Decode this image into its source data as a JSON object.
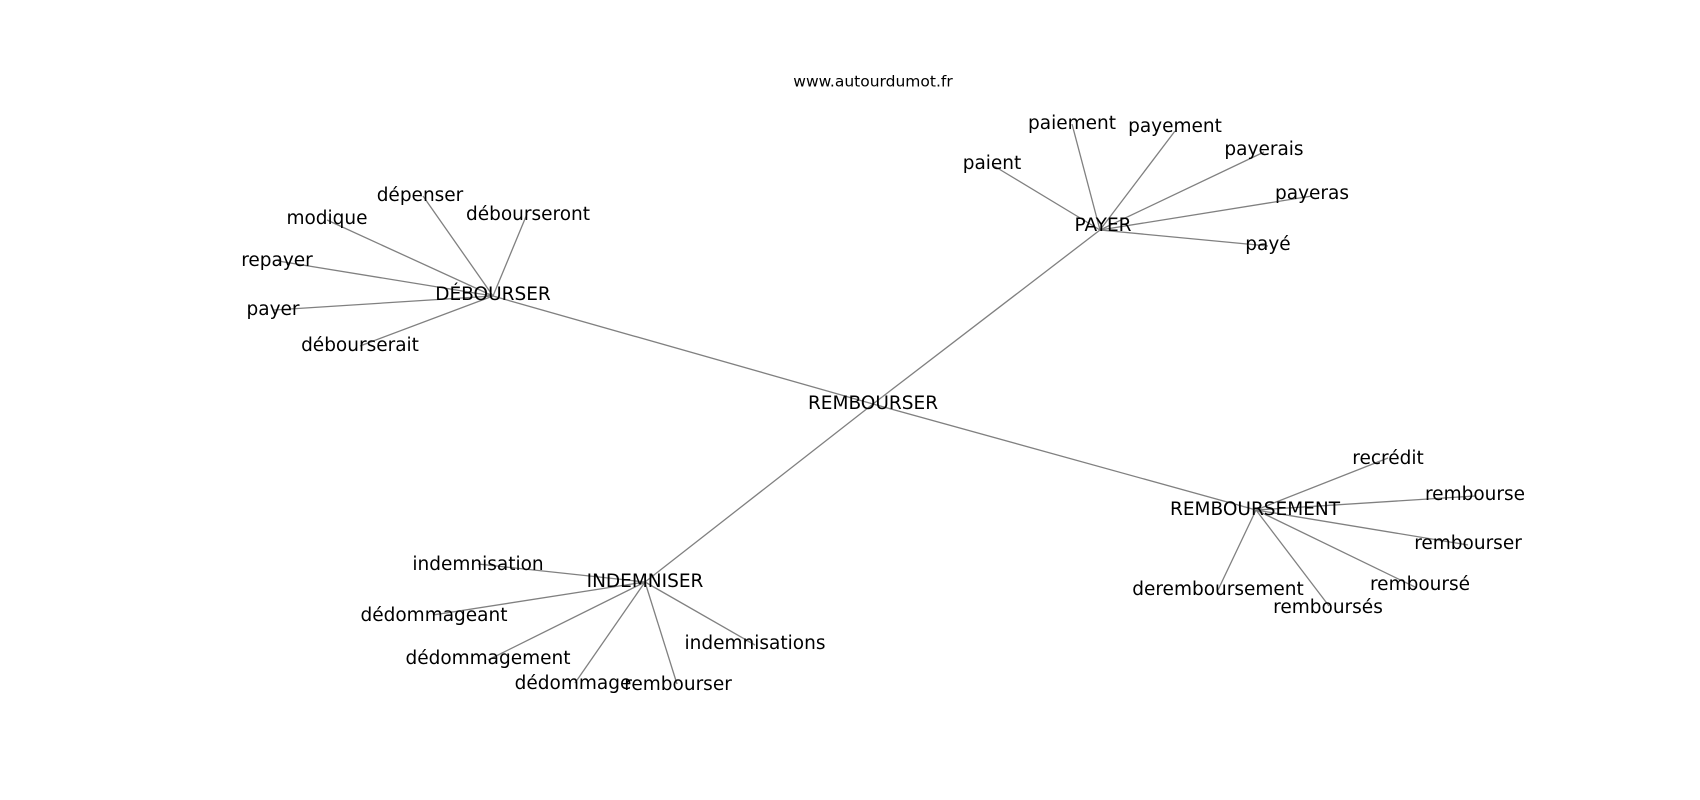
{
  "site": "www.autourdumot.fr",
  "center": "REMBOURSER",
  "groups": [
    {
      "hub": "DÉBOURSER",
      "words": [
        "dépenser",
        "débourseront",
        "modique",
        "repayer",
        "payer",
        "débourserait"
      ]
    },
    {
      "hub": "PAYER",
      "words": [
        "paiement",
        "payement",
        "paient",
        "payerais",
        "payeras",
        "payé"
      ]
    },
    {
      "hub": "REMBOURSEMENT",
      "words": [
        "recrédit",
        "rembourse",
        "rembourser",
        "remboursé",
        "deremboursement",
        "remboursés"
      ]
    },
    {
      "hub": "INDEMNISER",
      "words": [
        "indemnisation",
        "dédommageant",
        "dédommagement",
        "dédommage",
        "rembourser",
        "indemnisations"
      ]
    }
  ]
}
